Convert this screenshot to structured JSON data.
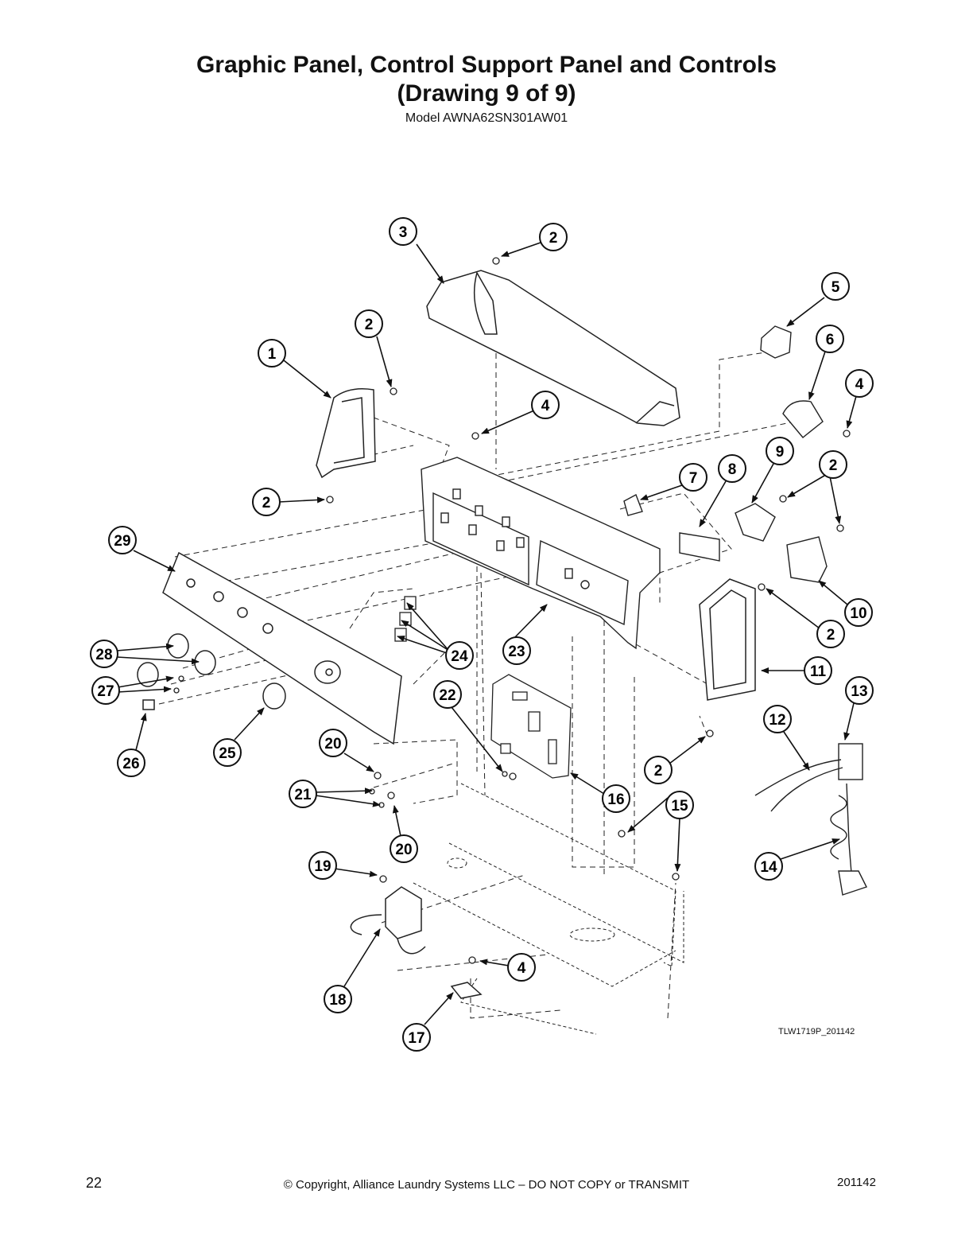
{
  "header": {
    "title_line1": "Graphic Panel, Control Support Panel and Controls",
    "title_line2": "(Drawing 9 of 9)",
    "model": "Model AWNA62SN301AW01"
  },
  "diagram": {
    "drawing_id": "TLW1719P_201142",
    "callouts": [
      "3",
      "2",
      "5",
      "2",
      "6",
      "4",
      "1",
      "4",
      "9",
      "2",
      "7",
      "8",
      "2",
      "29",
      "10",
      "2",
      "11",
      "28",
      "24",
      "23",
      "13",
      "27",
      "22",
      "12",
      "26",
      "25",
      "20",
      "16",
      "2",
      "21",
      "15",
      "20",
      "14",
      "19",
      "4",
      "18",
      "17"
    ]
  },
  "footer": {
    "page_number": "22",
    "copyright": "© Copyright, Alliance Laundry Systems LLC – DO NOT COPY or TRANSMIT",
    "code": "201142"
  }
}
